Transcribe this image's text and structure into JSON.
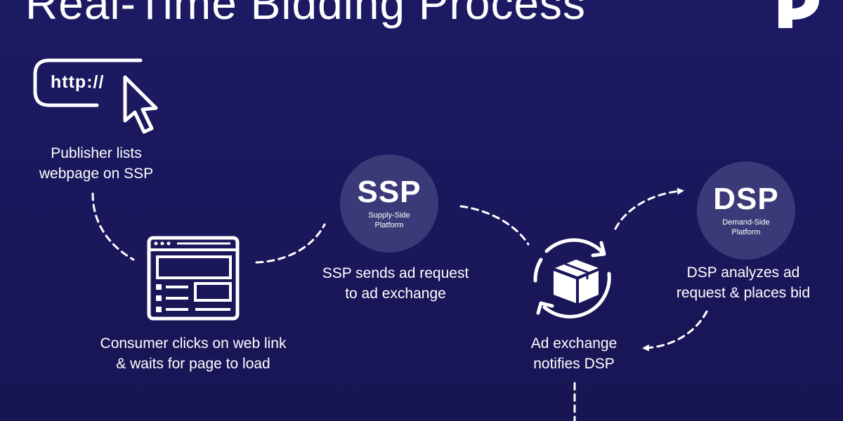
{
  "header": {
    "title": "Real-Time Bidding Process"
  },
  "logo": {
    "icon": "brand-logo-icon"
  },
  "steps": {
    "publisher": {
      "url_text": "http://",
      "caption_line1": "Publisher lists",
      "caption_line2": "webpage on SSP"
    },
    "consumer": {
      "caption_line1": "Consumer clicks on web link",
      "caption_line2": "& waits for page to load"
    },
    "ssp": {
      "acronym": "SSP",
      "subtitle": "Supply-Side Platform",
      "caption_line1": "SSP sends ad request",
      "caption_line2": "to ad exchange"
    },
    "exchange": {
      "caption_line1": "Ad exchange",
      "caption_line2": "notifies DSP"
    },
    "dsp": {
      "acronym": "DSP",
      "subtitle": "Demand-Side Platform",
      "caption_line1": "DSP analyzes ad",
      "caption_line2": "request & places bid"
    }
  },
  "colors": {
    "background": "#1c1a63",
    "circle": "#3b3a78",
    "foreground": "#ffffff"
  }
}
